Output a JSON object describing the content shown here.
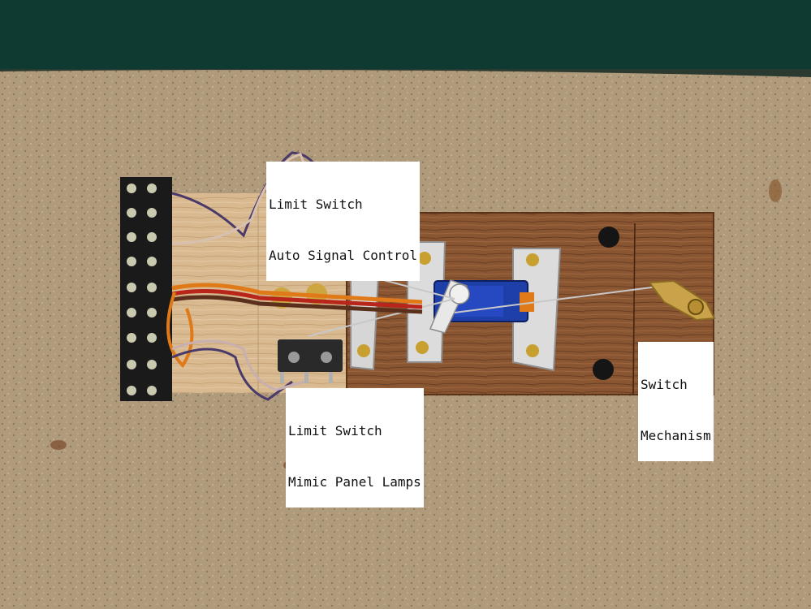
{
  "photo": {
    "subject": "model railway point motor assembly with servo and limit switches",
    "colors": {
      "background_mat": "#0f3a32",
      "cork_board": "#b09a7c",
      "baseboard_wood": "#8a5632",
      "pine_block": "#d8b990",
      "terminal_block": "#1a1a1a",
      "aluminium": "#d6d6d6",
      "servo": "#1e3ea8",
      "servo_cable_orange": "#e07a18",
      "servo_cable_red": "#b8251a",
      "servo_cable_brown": "#5a2f1c"
    }
  },
  "labels": {
    "auto_signal": {
      "line1": "Limit Switch",
      "line2": "Auto Signal Control"
    },
    "mimic_lamps": {
      "line1": "Limit Switch",
      "line2": "Mimic Panel Lamps"
    },
    "switch_mech": {
      "line1": "Switch",
      "line2": "Mechanism"
    }
  }
}
